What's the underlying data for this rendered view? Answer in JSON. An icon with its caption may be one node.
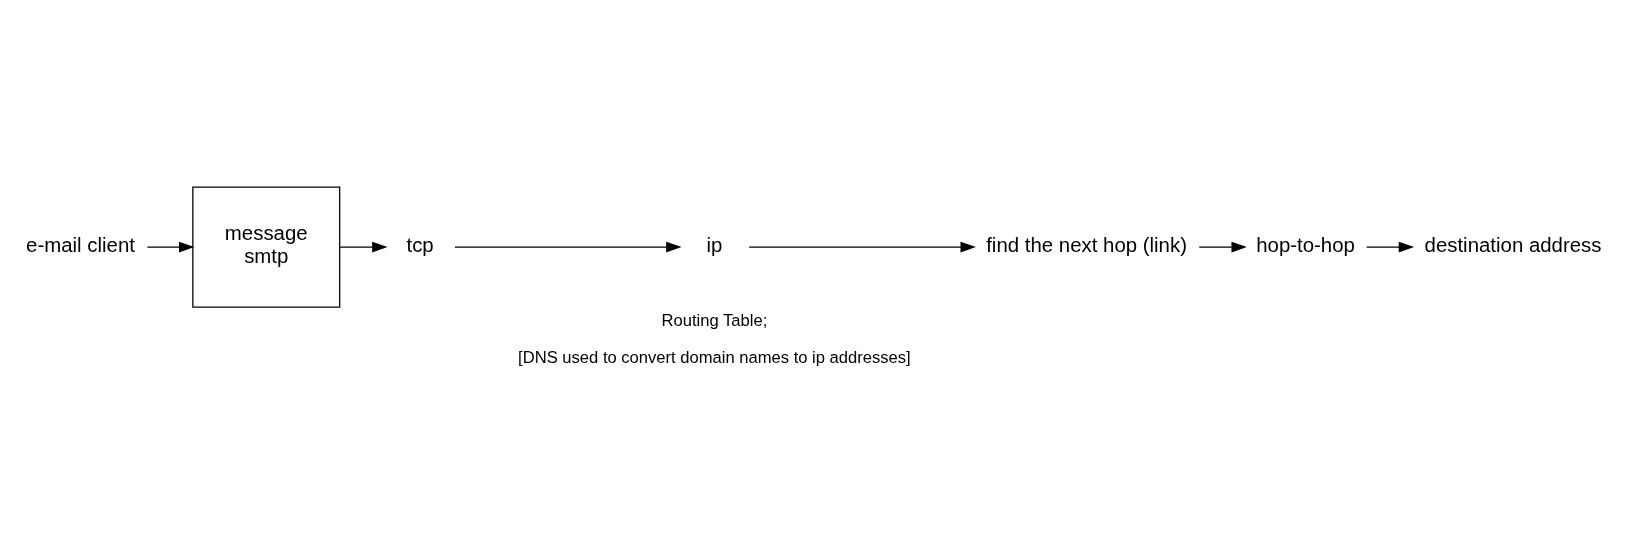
{
  "diagram": {
    "nodes": [
      {
        "text": [
          "e-mail client"
        ]
      },
      {
        "text": [
          "message",
          "smtp"
        ]
      },
      {
        "text": [
          "tcp"
        ]
      },
      {
        "text": [
          "ip"
        ],
        "beside": [
          "Routing Table;",
          "[DNS used to convert domain names to ip addresses]"
        ]
      },
      {
        "text": [
          "find the next hop (link)"
        ]
      },
      {
        "text": [
          "hop-to-hop"
        ]
      },
      {
        "text": [
          "destination address"
        ]
      }
    ],
    "edges": [
      {
        "from": 0,
        "to": 1,
        "arrow": "to"
      },
      {
        "from": 1,
        "to": 2,
        "arrow": "to"
      },
      {
        "from": 2,
        "to": 3,
        "arrow": "to"
      },
      {
        "from": 3,
        "to": 4,
        "arrow": "to"
      },
      {
        "from": 4,
        "to": 5,
        "arrow": "to"
      },
      {
        "from": 5,
        "to": 6,
        "arrow": "to"
      }
    ]
  }
}
